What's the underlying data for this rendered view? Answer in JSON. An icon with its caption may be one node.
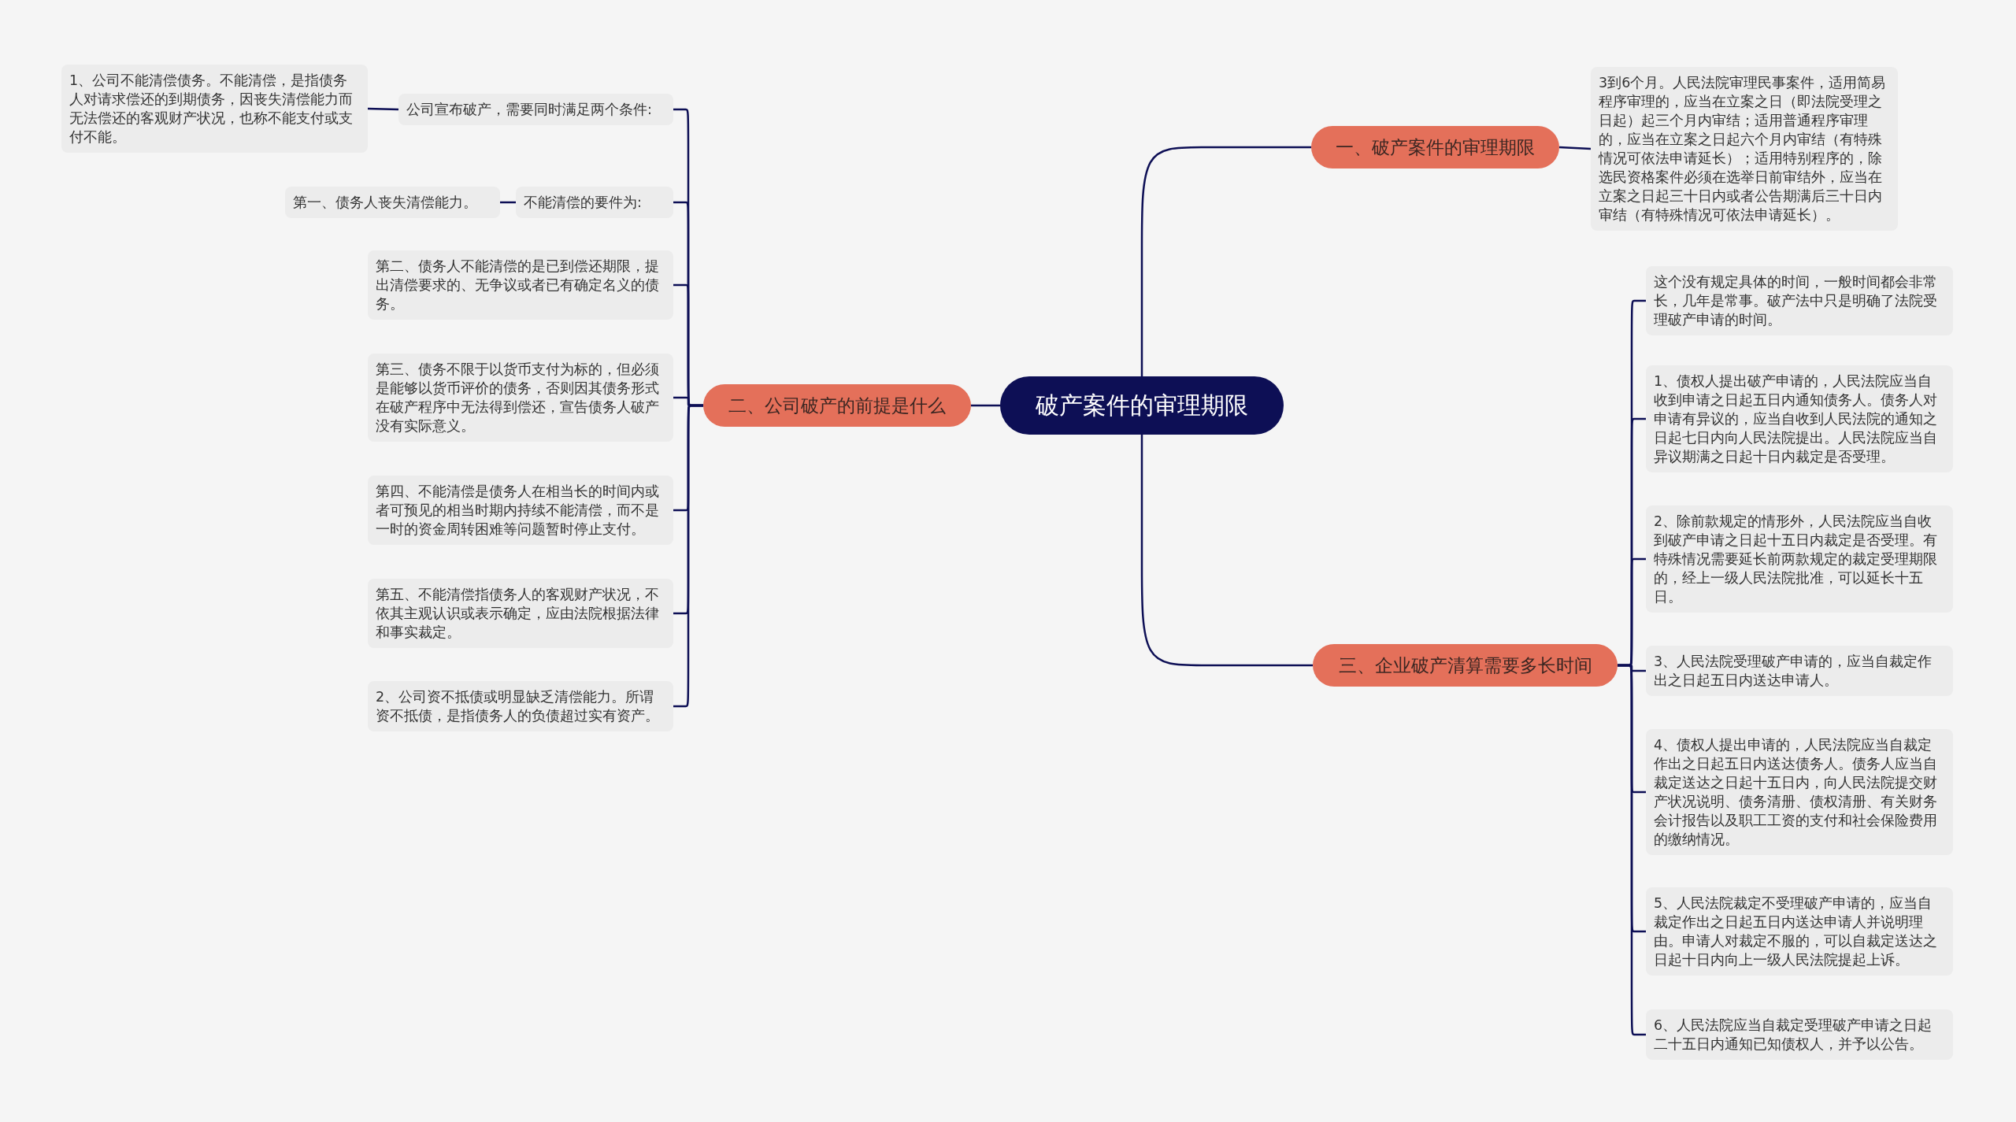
{
  "diagram": {
    "nodes": [
      {
        "text": [
          "破产案件的审理期限"
        ]
      },
      {
        "text": [
          "一、破产案件的审理期限"
        ]
      },
      {
        "text": [
          "3到6个月。人民法院审理民事案件，适用简易程序审理的，应当在立案之日（即法院受理之日起）起三个月内审结；适用普通程序审理的，应当在立案之日起六个月内审结（有特殊情况可依法申请延长）；适用特别程序的，除选民资格案件必须在选举日前审结外，应当在立案之日起三十日内或者公告期满后三十日内审结（有特殊情况可依法申请延长）。"
        ]
      },
      {
        "text": [
          "二、公司破产的前提是什么"
        ]
      },
      {
        "text": [
          "公司宣布破产，需要同时满足两个条件:"
        ]
      },
      {
        "text": [
          "1、公司不能清偿债务。不能清偿，是指债务人对请求偿还的到期债务，因丧失清偿能力而无法偿还的客观财产状况，也称不能支付或支付不能。"
        ]
      },
      {
        "text": [
          "不能清偿的要件为:"
        ]
      },
      {
        "text": [
          "第一、债务人丧失清偿能力。"
        ]
      },
      {
        "text": [
          "第二、债务人不能清偿的是已到偿还期限，提出清偿要求的、无争议或者已有确定名义的债务。"
        ]
      },
      {
        "text": [
          "第三、债务不限于以货币支付为标的，但必须是能够以货币评价的债务，否则因其债务形式在破产程序中无法得到偿还，宣告债务人破产没有实际意义。"
        ]
      },
      {
        "text": [
          "第四、不能清偿是债务人在相当长的时间内或者可预见的相当时期内持续不能清偿，而不是一时的资金周转困难等问题暂时停止支付。"
        ]
      },
      {
        "text": [
          "第五、不能清偿指债务人的客观财产状况，不依其主观认识或表示确定，应由法院根据法律和事实裁定。"
        ]
      },
      {
        "text": [
          "2、公司资不抵债或明显缺乏清偿能力。所谓资不抵债，是指债务人的负债超过实有资产。"
        ]
      },
      {
        "text": [
          "三、企业破产清算需要多长时间"
        ]
      },
      {
        "text": [
          "这个没有规定具体的时间，一般时间都会非常长，几年是常事。破产法中只是明确了法院受理破产申请的时间。"
        ]
      },
      {
        "text": [
          "1、债权人提出破产申请的，人民法院应当自收到申请之日起五日内通知债务人。债务人对申请有异议的，应当自收到人民法院的通知之日起七日内向人民法院提出。人民法院应当自异议期满之日起十日内裁定是否受理。"
        ]
      },
      {
        "text": [
          "2、除前款规定的情形外，人民法院应当自收到破产申请之日起十五日内裁定是否受理。有特殊情况需要延长前两款规定的裁定受理期限的，经上一级人民法院批准，可以延长十五日。"
        ]
      },
      {
        "text": [
          "3、人民法院受理破产申请的，应当自裁定作出之日起五日内送达申请人。"
        ]
      },
      {
        "text": [
          "4、债权人提出申请的，人民法院应当自裁定作出之日起五日内送达债务人。债务人应当自裁定送达之日起十五日内，向人民法院提交财产状况说明、债务清册、债权清册、有关财务会计报告以及职工工资的支付和社会保险费用的缴纳情况。"
        ]
      },
      {
        "text": [
          "5、人民法院裁定不受理破产申请的，应当自裁定作出之日起五日内送达申请人并说明理由。申请人对裁定不服的，可以自裁定送达之日起十日内向上一级人民法院提起上诉。"
        ]
      },
      {
        "text": [
          "6、人民法院应当自裁定受理破产申请之日起二十五日内通知已知债权人，并予以公告。"
        ]
      }
    ],
    "edges": [
      {
        "from": 0,
        "to": 1,
        "arrow": "none"
      },
      {
        "from": 1,
        "to": 2,
        "arrow": "none"
      },
      {
        "from": 0,
        "to": 3,
        "arrow": "none"
      },
      {
        "from": 3,
        "to": 4,
        "arrow": "none"
      },
      {
        "from": 4,
        "to": 5,
        "arrow": "none"
      },
      {
        "from": 3,
        "to": 6,
        "arrow": "none"
      },
      {
        "from": 6,
        "to": 7,
        "arrow": "none"
      },
      {
        "from": 3,
        "to": 8,
        "arrow": "none"
      },
      {
        "from": 3,
        "to": 9,
        "arrow": "none"
      },
      {
        "from": 3,
        "to": 10,
        "arrow": "none"
      },
      {
        "from": 3,
        "to": 11,
        "arrow": "none"
      },
      {
        "from": 3,
        "to": 12,
        "arrow": "none"
      },
      {
        "from": 0,
        "to": 13,
        "arrow": "none"
      },
      {
        "from": 13,
        "to": 14,
        "arrow": "none"
      },
      {
        "from": 13,
        "to": 15,
        "arrow": "none"
      },
      {
        "from": 13,
        "to": 16,
        "arrow": "none"
      },
      {
        "from": 13,
        "to": 17,
        "arrow": "none"
      },
      {
        "from": 13,
        "to": 18,
        "arrow": "none"
      },
      {
        "from": 13,
        "to": 19,
        "arrow": "none"
      },
      {
        "from": 13,
        "to": 20,
        "arrow": "none"
      }
    ]
  }
}
